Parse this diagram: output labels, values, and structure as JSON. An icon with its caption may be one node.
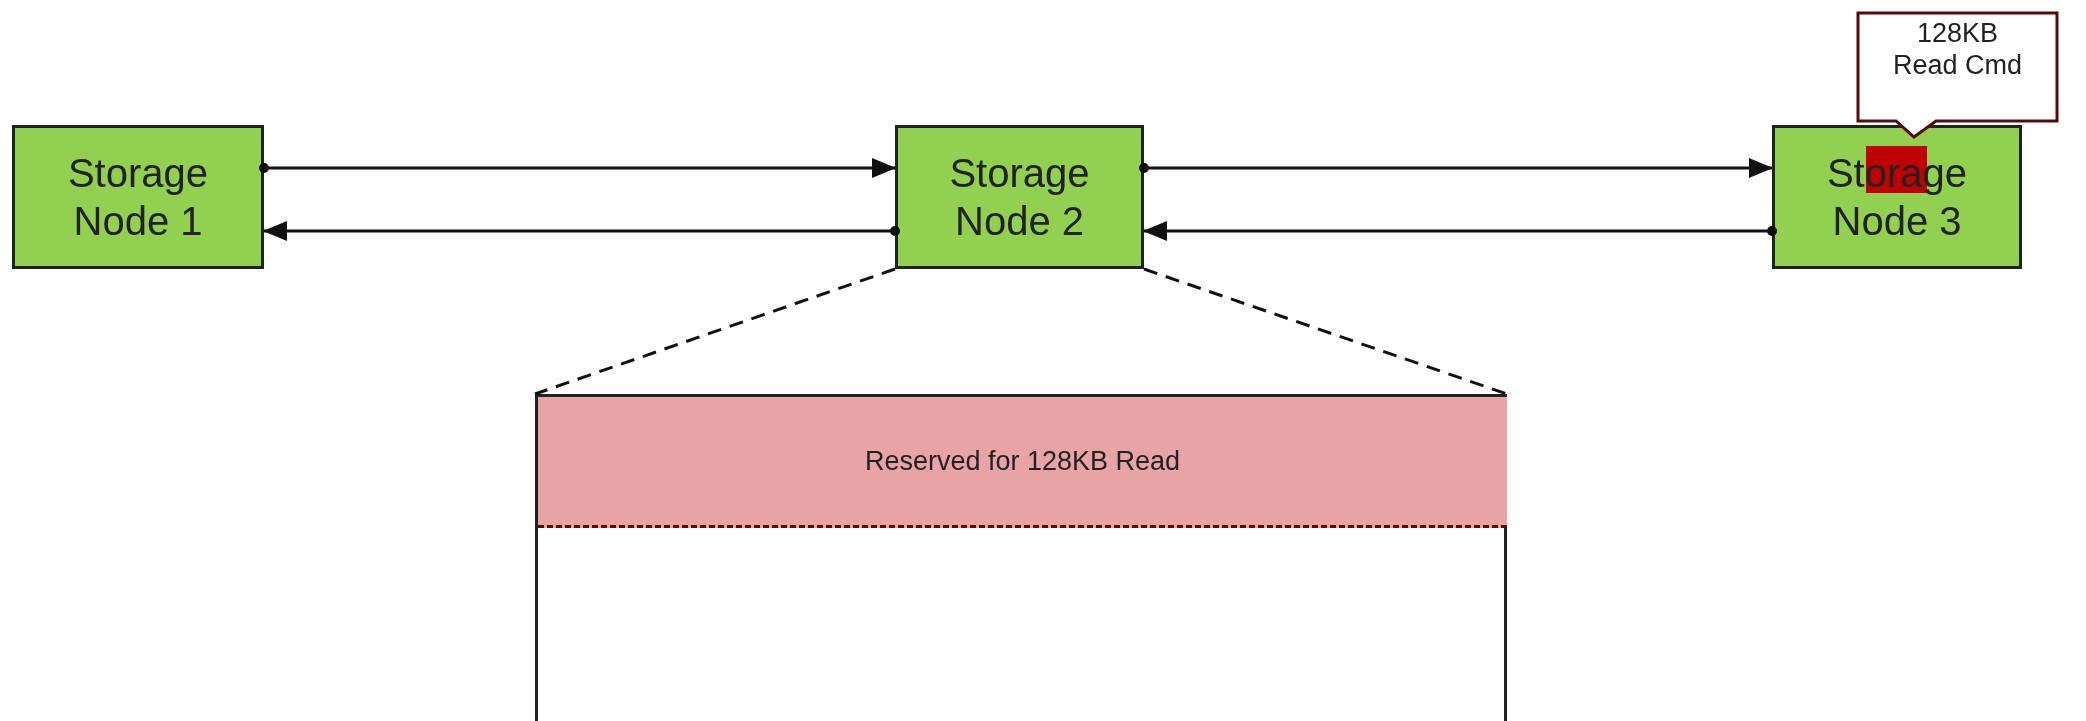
{
  "diagram": {
    "nodes": [
      {
        "text": [
          "Storage Node 1"
        ]
      },
      {
        "text": [
          "Storage Node 2"
        ]
      },
      {
        "text": [
          "Storage Node 3"
        ]
      },
      {
        "text": [],
        "shape": "box"
      },
      {
        "text": [
          "Reserved for 128KB Read"
        ],
        "in": 3
      },
      {
        "text": [
          "128KB Read Cmd"
        ]
      }
    ],
    "edges": [
      {
        "from": 0,
        "to": 1,
        "arrow": "to"
      },
      {
        "from": 1,
        "to": 0,
        "arrow": "to"
      },
      {
        "from": 1,
        "to": 2,
        "arrow": "to"
      },
      {
        "from": 2,
        "to": 1,
        "arrow": "to"
      },
      {
        "from": 1,
        "to": 3,
        "arrow": "none",
        "style": "dashed"
      },
      {
        "from": 1,
        "to": 3,
        "arrow": "none",
        "style": "dashed"
      }
    ]
  }
}
